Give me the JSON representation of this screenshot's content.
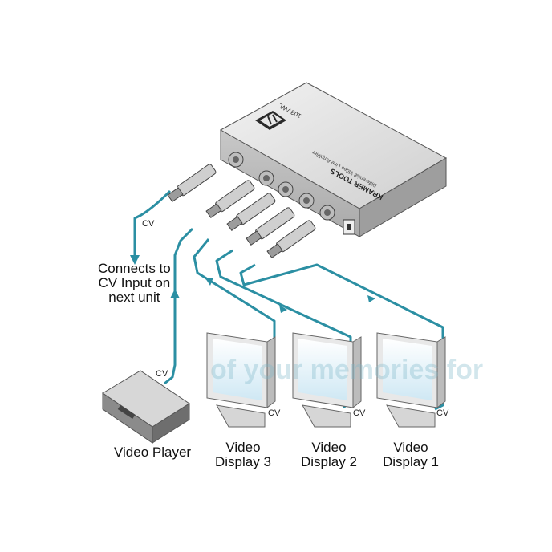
{
  "device": {
    "model": "103VWL",
    "brand": "KRAMER TOOLS",
    "description": "Differential Video Line Amplifier"
  },
  "labels": {
    "cv": "CV",
    "connects_to": "Connects to\nCV Input on\nnext unit",
    "video_player": "Video Player",
    "display_3": "Video\nDisplay 3",
    "display_2": "Video\nDisplay 2",
    "display_1": "Video\nDisplay 1"
  },
  "watermark": "of your memories for",
  "colors": {
    "cable": "#2b8fa3",
    "device_body": "#d9d9d9",
    "screen": "#d4ecf6"
  }
}
